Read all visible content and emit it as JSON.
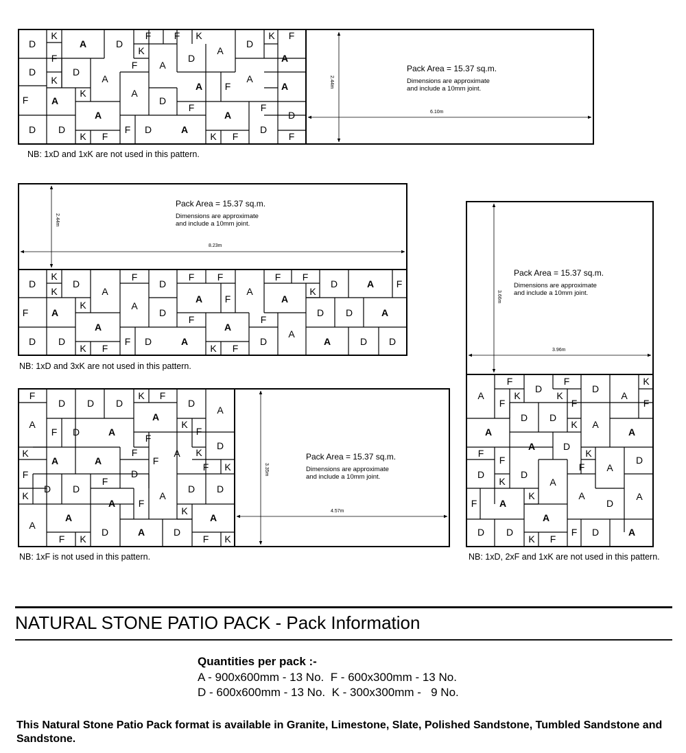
{
  "pattern_info": {
    "area": "Pack Area = 15.37 sq.m.",
    "note_line1": "Dimensions are approximate",
    "note_line2": "and include a 10mm joint."
  },
  "patterns": [
    {
      "height_dim": "2.44m",
      "width_dim": "6.10m",
      "nb": "NB: 1xD and 1xK are not used in this pattern."
    },
    {
      "height_dim": "2.44m",
      "width_dim": "8.23m",
      "nb": "NB: 1xD and 3xK are not used in this pattern."
    },
    {
      "height_dim": "3.35m",
      "width_dim": "4.57m",
      "nb": "NB: 1xF is not used in this pattern."
    },
    {
      "height_dim": "3.66m",
      "width_dim": "3.96m",
      "nb": "NB: 1xD, 2xF and 1xK are not used in this pattern."
    }
  ],
  "heading": "NATURAL STONE PATIO PACK - Pack Information",
  "quantities": {
    "title": "Quantities per pack :-",
    "line1": "A - 900x600mm - 13 No.  F - 600x300mm - 13 No.",
    "line2": "D - 600x600mm - 13 No.  K - 300x300mm -   9 No."
  },
  "availability": "This Natural Stone Patio Pack format is available in Granite, Limestone, Slate, Polished Sandstone, Tumbled Sandstone and Sandstone."
}
